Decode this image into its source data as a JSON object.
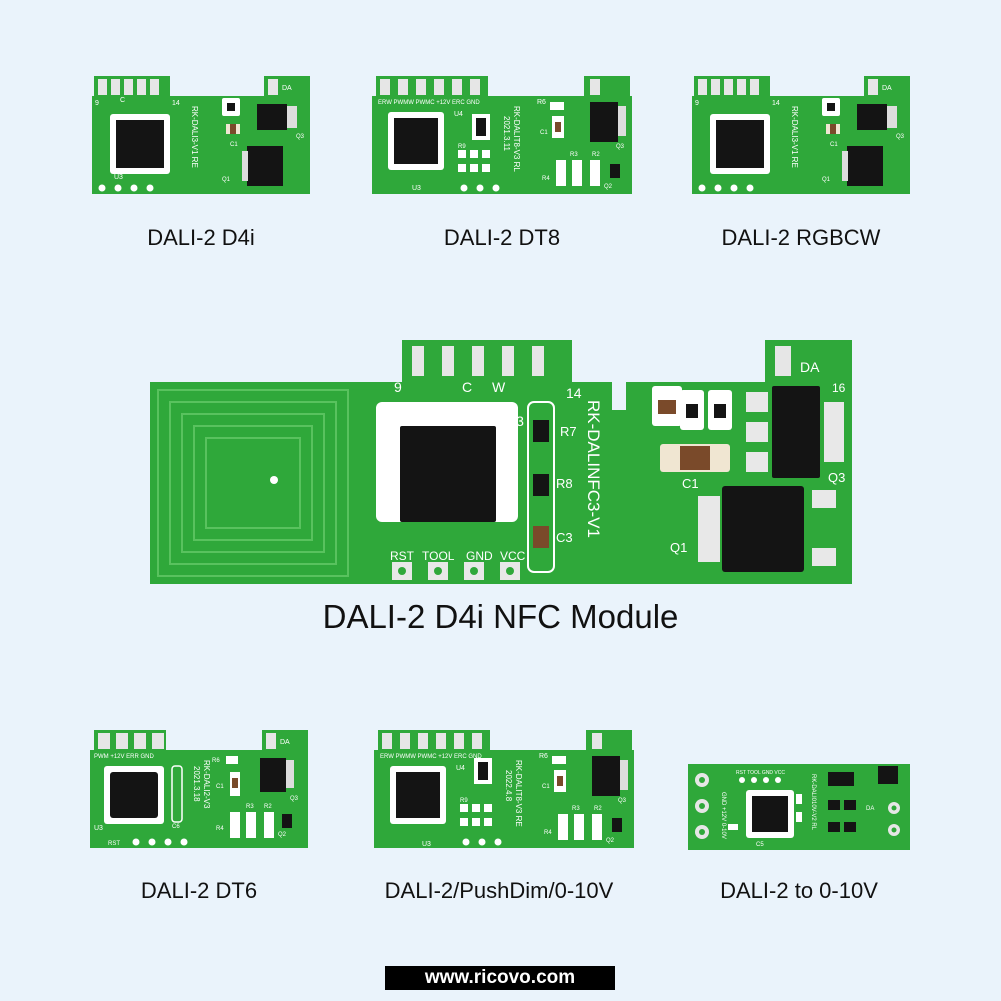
{
  "modules": [
    {
      "caption": "DALI-2 D4i",
      "labels": {
        "top_left": "9",
        "c": "C",
        "top_right": "14",
        "da": "DA",
        "model": "RK-DALI3-V1 RE",
        "u3": "U3",
        "c1": "C1",
        "q1": "Q1",
        "q3": "Q3"
      }
    },
    {
      "caption": "DALI-2 DT8",
      "labels": {
        "pins": "ERW PWMW PWMC +12V ERC GND",
        "u4": "U4",
        "model": "RK-DALIT8-V3 RL",
        "date": "2021.3.11",
        "r6": "R6",
        "c1": "C1",
        "r9": "R9",
        "u3": "U3",
        "r3": "R3",
        "r2": "R2",
        "r4": "R4",
        "q2": "Q2",
        "q3": "Q3"
      }
    },
    {
      "caption": "DALI-2 RGBCW",
      "labels": {
        "top_left": "9",
        "top_right": "14",
        "da": "DA",
        "model": "RK-DALI3-V1 RE",
        "c1": "C1",
        "q1": "Q1",
        "q3": "Q3"
      }
    },
    {
      "caption": "DALI-2 DT6",
      "labels": {
        "pins": "PWM +12V ERR GND",
        "da": "DA",
        "r6": "R6",
        "model": "RK-DALI2-V3",
        "date": "2021.3.18",
        "c1": "C1",
        "r3": "R3",
        "r2": "R2",
        "r4": "R4",
        "q2": "Q2",
        "q3": "Q3",
        "u3": "U3",
        "rst": "RST",
        "c6": "C6"
      }
    },
    {
      "caption": "DALI-2/PushDim/0-10V",
      "labels": {
        "pins": "ERW PWMW PWMC +12V ERC GND",
        "u4": "U4",
        "model": "RK-DALIT8-V3 RE",
        "date": "2022.4.8",
        "r6": "R6",
        "c1": "C1",
        "r9": "R9",
        "u3": "U3",
        "r3": "R3",
        "r2": "R2",
        "r4": "R4",
        "q2": "Q2",
        "q3": "Q3"
      }
    },
    {
      "caption": "DALI-2 to 0-10V",
      "labels": {
        "pins": "RST TOOL GND VCC",
        "model": "RK-DALI010V-V2 RL",
        "left": "GND +12V 0-10V",
        "da": "DA",
        "c5": "C5"
      }
    }
  ],
  "main_module": {
    "caption": "DALI-2 D4i NFC Module",
    "labels": {
      "pin9": "9",
      "pinC": "C",
      "pinW": "W",
      "pin14": "14",
      "da": "DA",
      "pin16": "16",
      "u3": "U3",
      "r7": "R7",
      "r8": "R8",
      "c3": "C3",
      "model": "RK-DALINFC3-V1",
      "c1": "C1",
      "q1": "Q1",
      "q3": "Q3",
      "rst": "RST",
      "tool": "TOOL",
      "gnd": "GND",
      "vcc": "VCC"
    }
  },
  "website": "www.ricovo.com",
  "colors": {
    "pcb": "#2fa83a",
    "background": "#eaf3fb",
    "pad": "#e8e8e8",
    "chip": "#141414"
  }
}
